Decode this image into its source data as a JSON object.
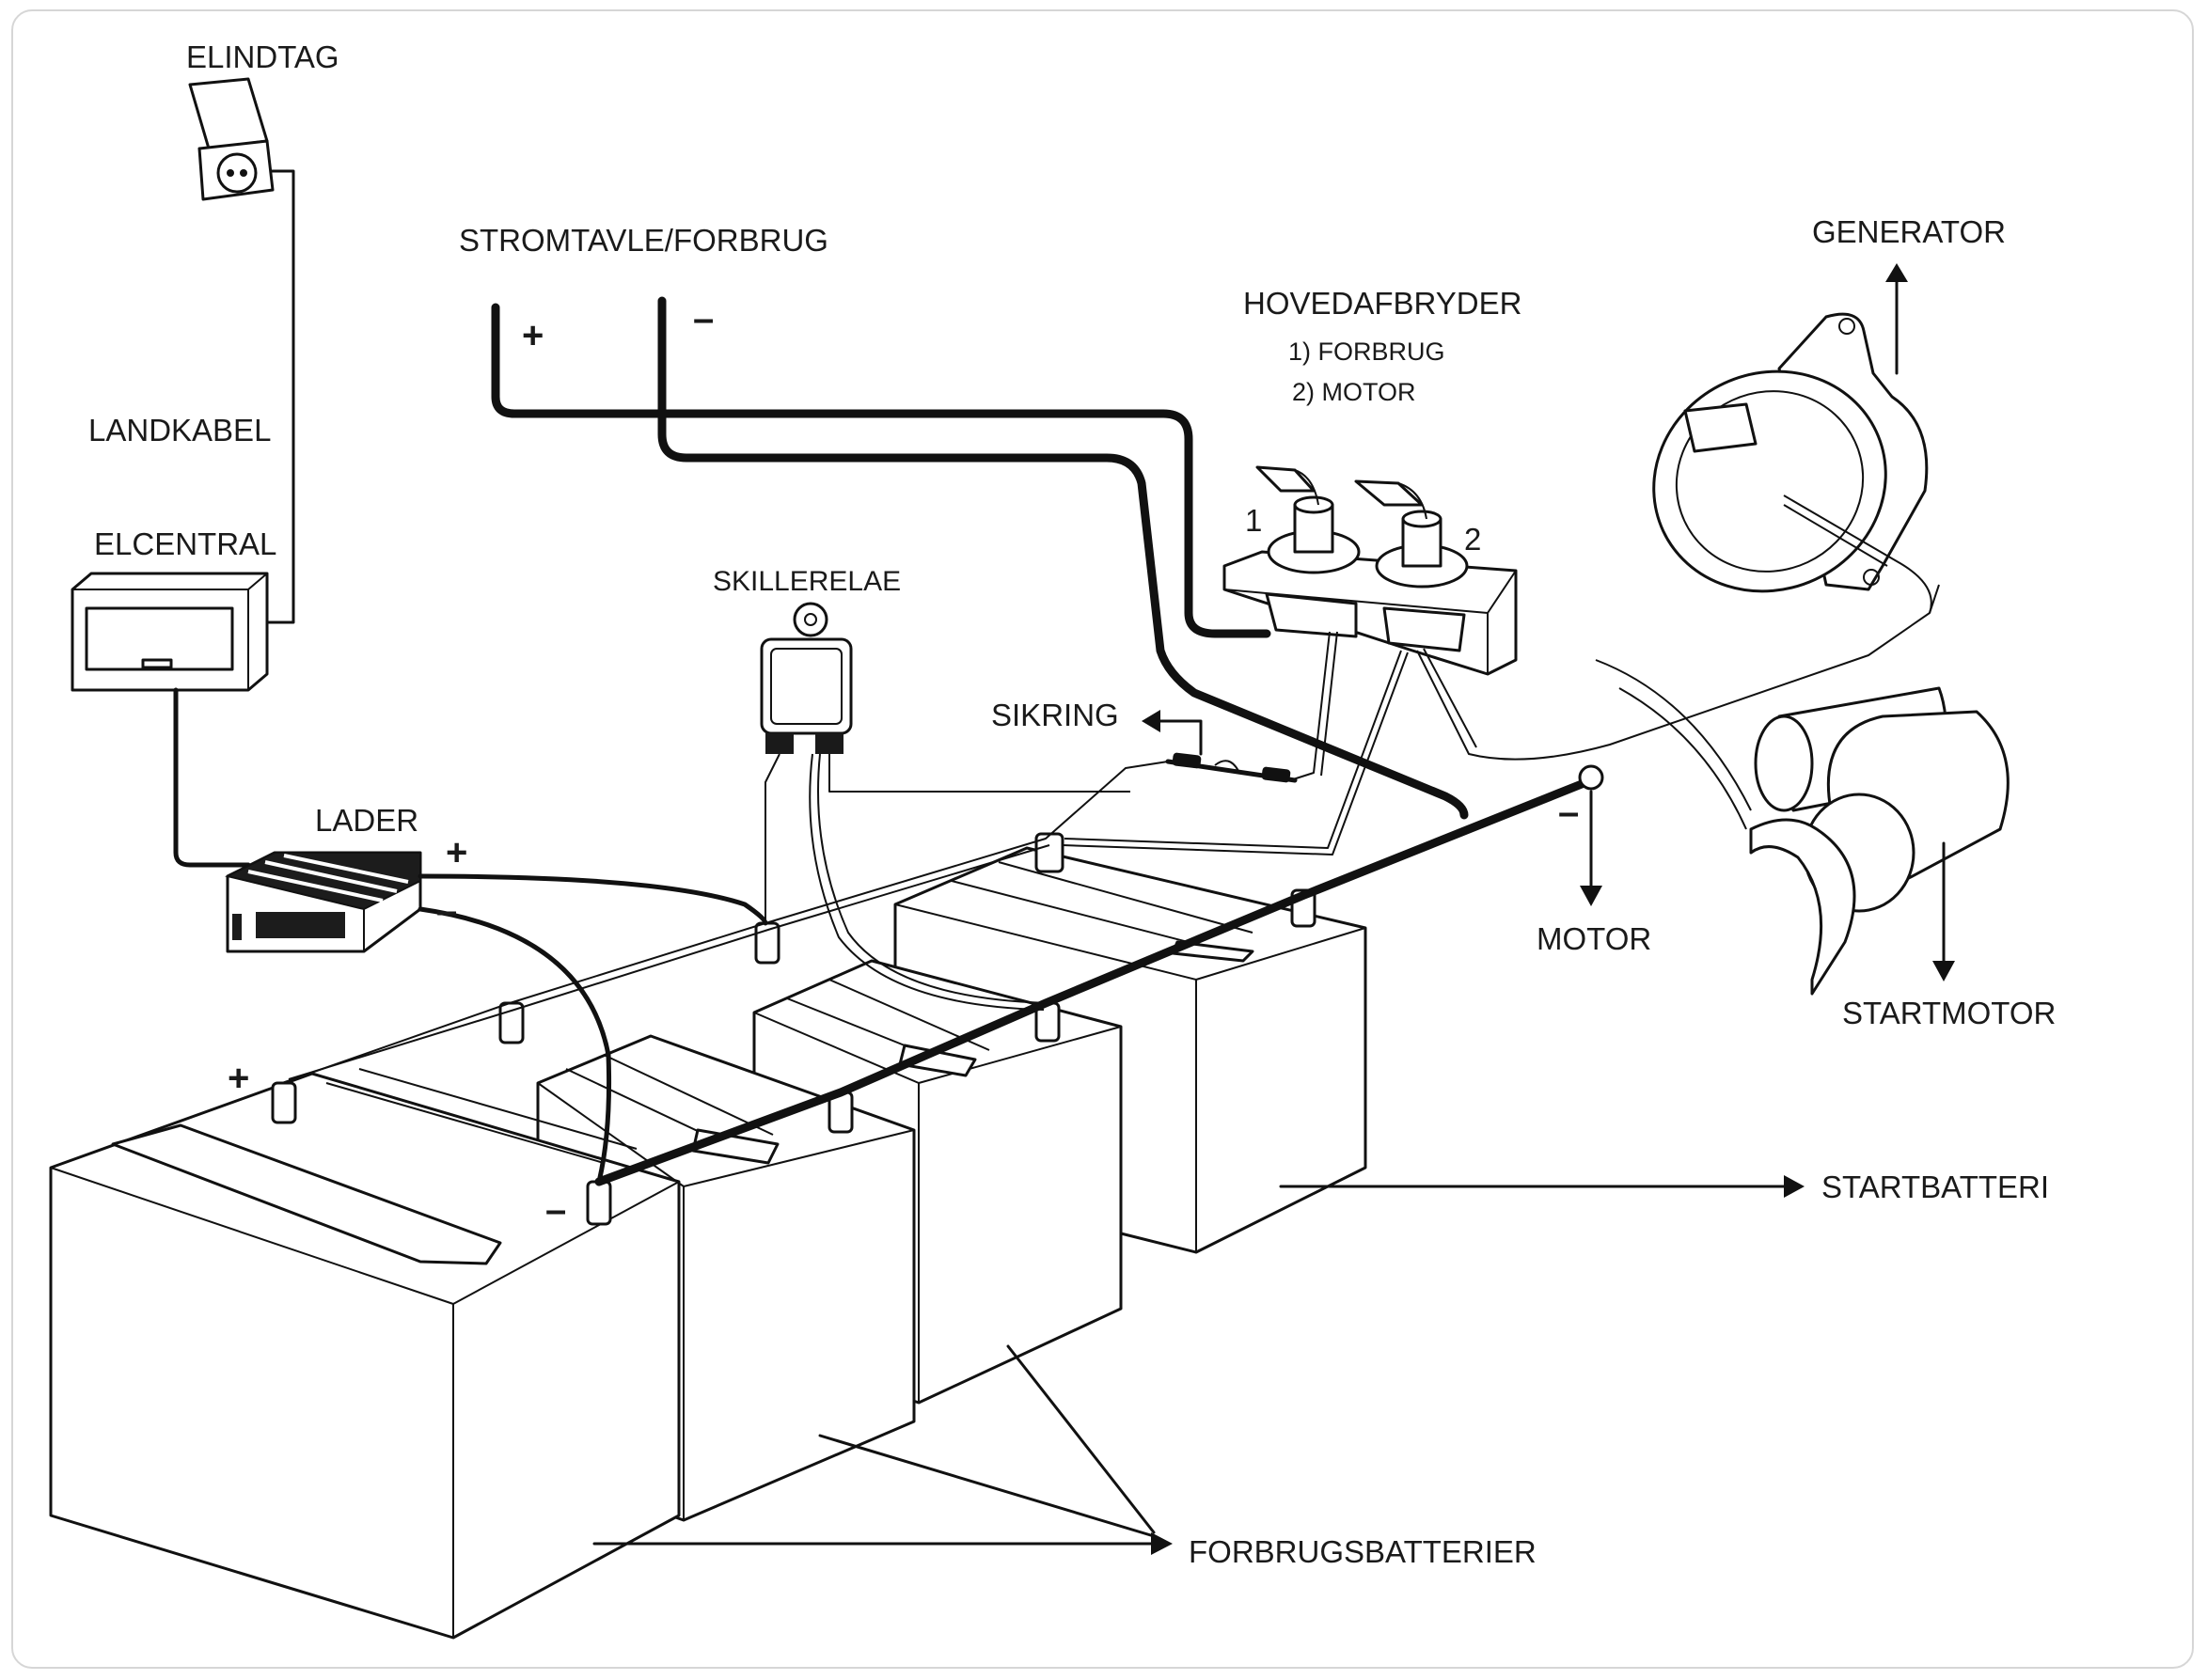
{
  "labels": {
    "elindtag": "ELINDTAG",
    "landkabel": "LANDKABEL",
    "elcentral": "ELCENTRAL",
    "lader": "LADER",
    "stromtavle": "STROMTAVLE/FORBRUG",
    "hovedafbryder": "HOVEDAFBRYDER",
    "hovedafbryder_1": "1) FORBRUG",
    "hovedafbryder_2": "2) MOTOR",
    "switch_1": "1",
    "switch_2": "2",
    "skillerelae": "SKILLERELAE",
    "sikring": "SIKRING",
    "generator": "GENERATOR",
    "motor": "MOTOR",
    "startmotor": "STARTMOTOR",
    "startbatteri": "STARTBATTERI",
    "forbrugsbatterier": "FORBRUGSBATTERIER"
  },
  "polarity": {
    "panel_plus": "+",
    "panel_minus": "–",
    "lader_plus": "+",
    "lader_minus": "–",
    "battery_plus": "+",
    "battery_minus": "–",
    "motor_minus": "–"
  },
  "colors": {
    "ink": "#111111",
    "background": "#ffffff",
    "frame": "#d6d6d6"
  }
}
